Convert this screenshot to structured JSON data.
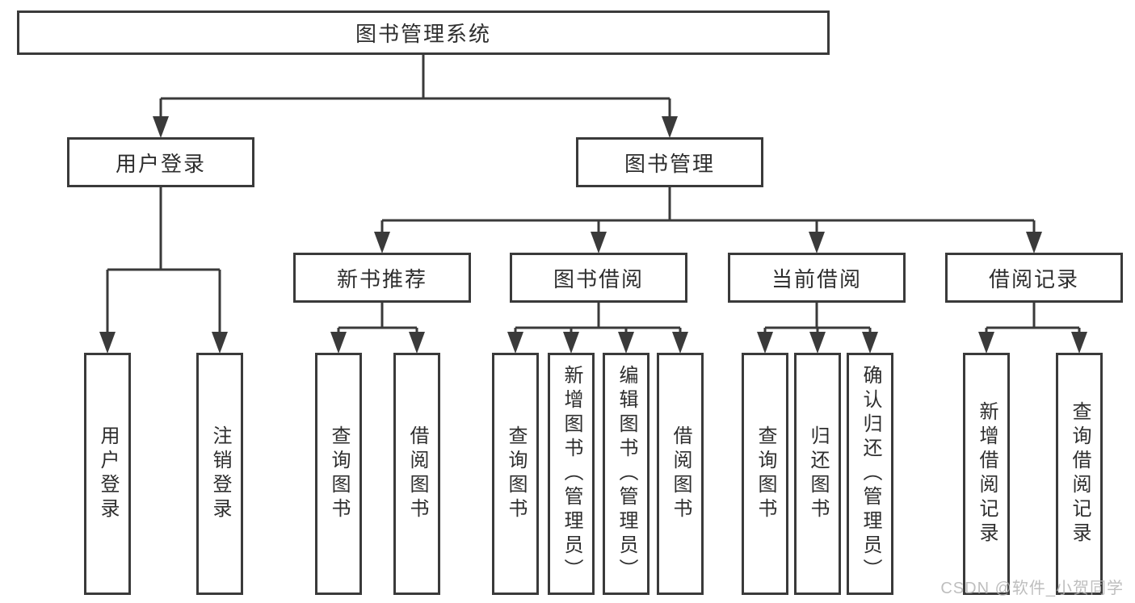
{
  "colors": {
    "line": "#3a3a3a",
    "text": "#2e2e2e",
    "watermark": "#b3b3b3",
    "background": "#ffffff"
  },
  "watermark": "CSDN @软件_小贺同学",
  "tree": {
    "root": {
      "label": "图书管理系统"
    },
    "children": [
      {
        "label": "用户登录",
        "children": [
          {
            "label": "用户登录"
          },
          {
            "label": "注销登录"
          }
        ]
      },
      {
        "label": "图书管理",
        "children": [
          {
            "label": "新书推荐",
            "children": [
              {
                "label": "查询图书"
              },
              {
                "label": "借阅图书"
              }
            ]
          },
          {
            "label": "图书借阅",
            "children": [
              {
                "label": "查询图书"
              },
              {
                "label": "新增图书（管理员）"
              },
              {
                "label": "编辑图书（管理员）"
              },
              {
                "label": "借阅图书"
              }
            ]
          },
          {
            "label": "当前借阅",
            "children": [
              {
                "label": "查询图书"
              },
              {
                "label": "归还图书"
              },
              {
                "label": "确认归还（管理员）"
              }
            ]
          },
          {
            "label": "借阅记录",
            "children": [
              {
                "label": "新增借阅记录"
              },
              {
                "label": "查询借阅记录"
              }
            ]
          }
        ]
      }
    ]
  }
}
